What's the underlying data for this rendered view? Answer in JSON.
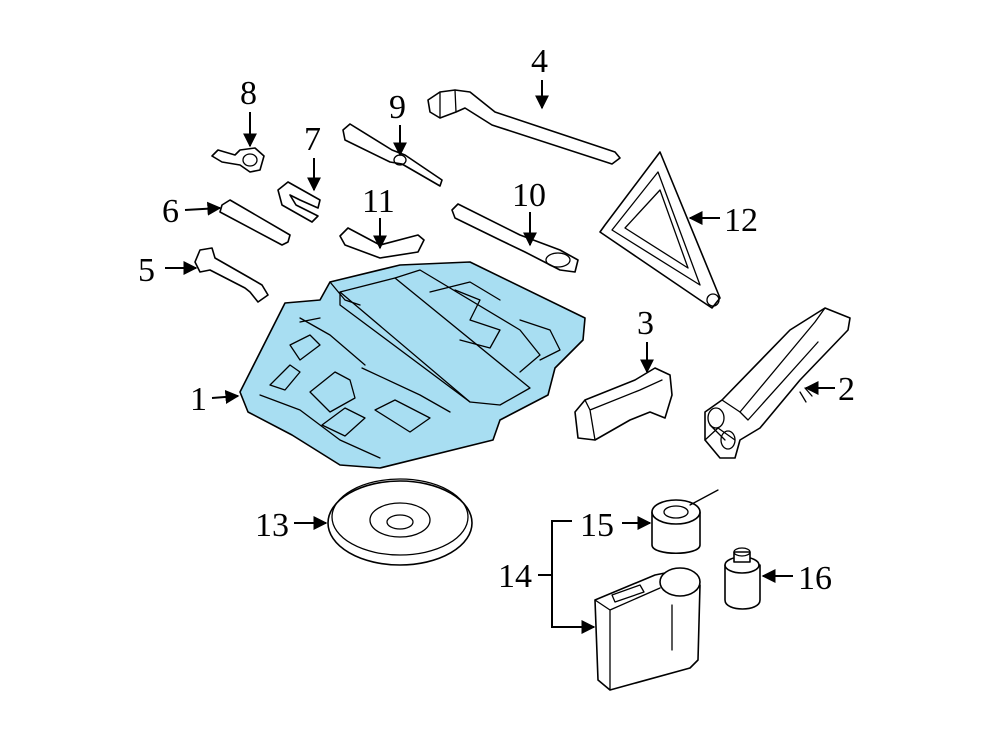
{
  "diagram": {
    "highlight_color": "#a8def2",
    "stroke_color": "#000000",
    "callouts": [
      "1",
      "2",
      "3",
      "4",
      "5",
      "6",
      "7",
      "8",
      "9",
      "10",
      "11",
      "12",
      "13",
      "14",
      "15",
      "16"
    ]
  }
}
